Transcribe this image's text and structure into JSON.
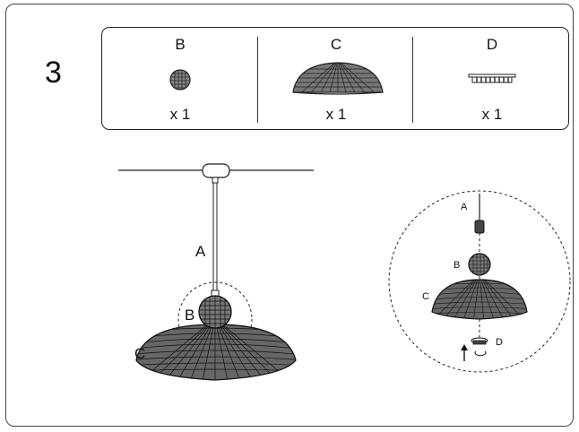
{
  "step": {
    "number": "3"
  },
  "parts": [
    {
      "letter": "B",
      "qty": "x 1",
      "icon": "ball-shade-icon"
    },
    {
      "letter": "C",
      "qty": "x 1",
      "icon": "dome-shade-icon"
    },
    {
      "letter": "D",
      "qty": "x 1",
      "icon": "ring-nut-icon"
    }
  ],
  "assembled_view": {
    "labels": {
      "cord": "A",
      "ball": "B",
      "dome": "C"
    }
  },
  "detail_view": {
    "labels": {
      "cord": "A",
      "ball": "B",
      "dome": "C",
      "nut": "D"
    }
  }
}
